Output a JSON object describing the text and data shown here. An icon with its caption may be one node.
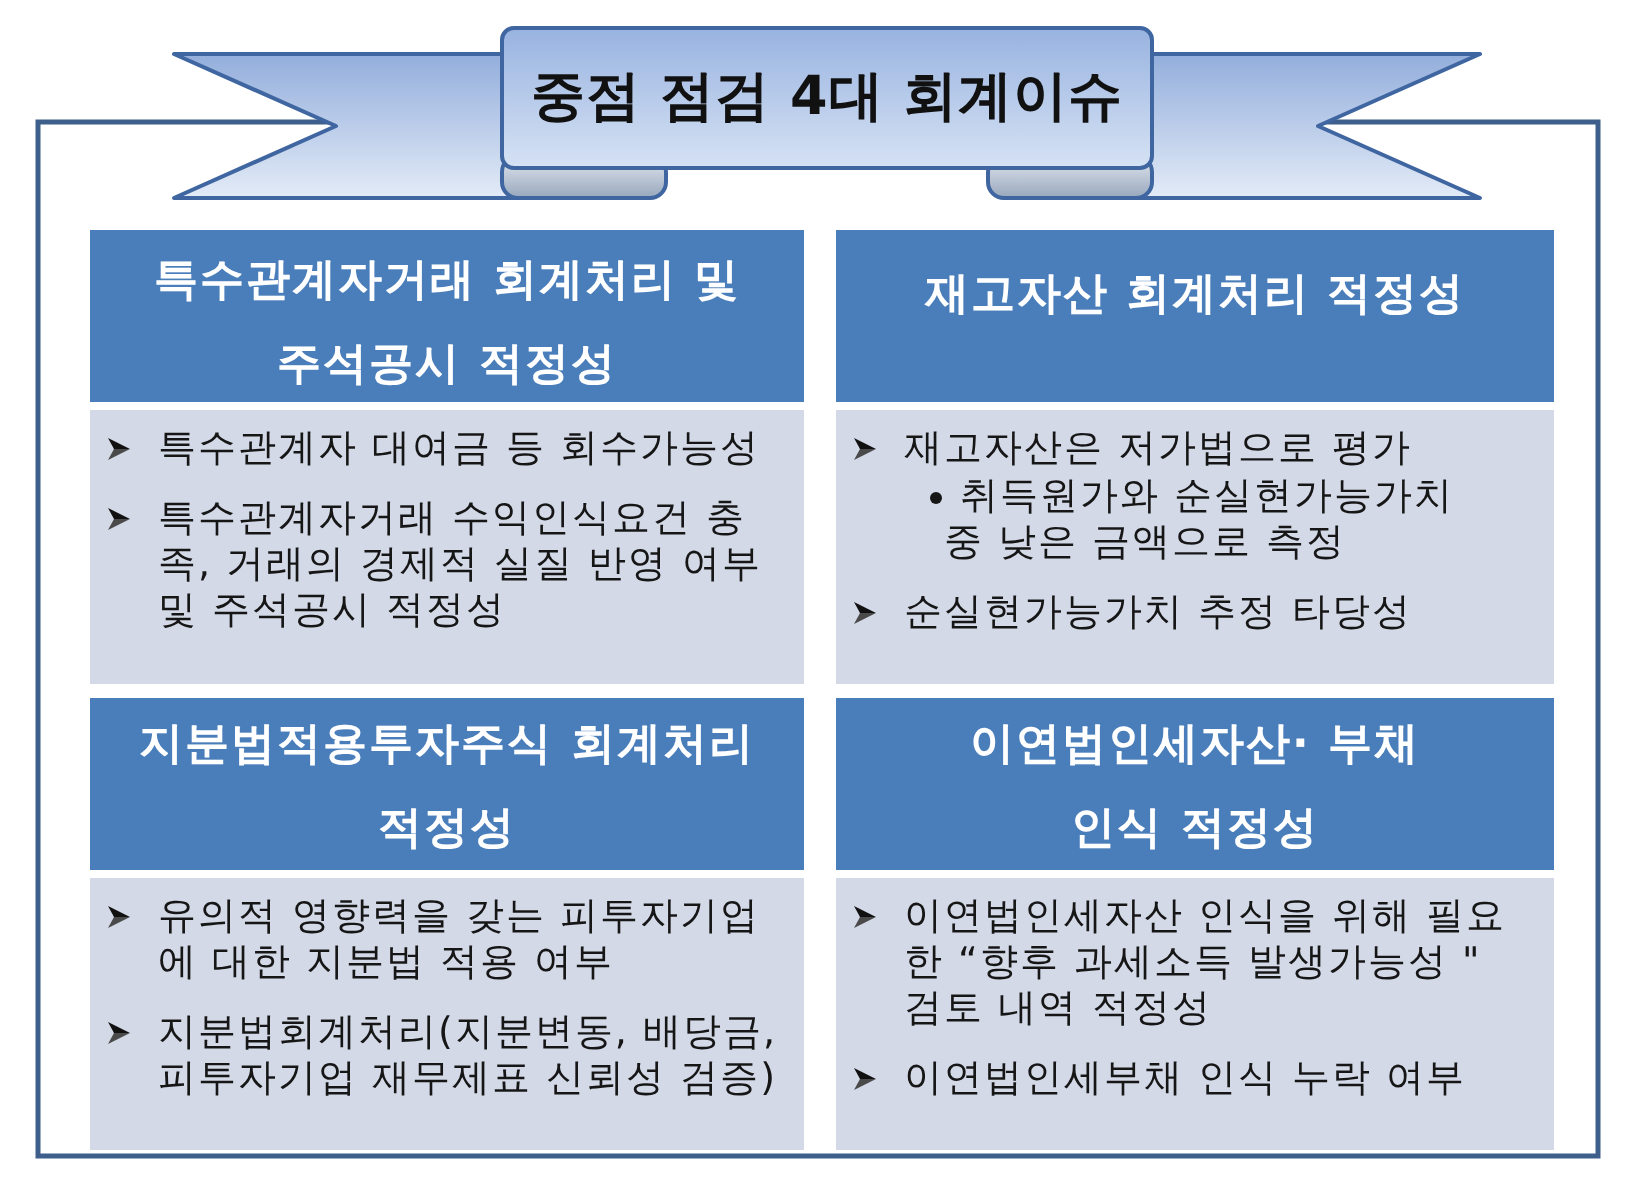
{
  "diagram": {
    "title": "중점 점검 4대 회계이슈",
    "nodes": [
      {
        "text": [
          "특수관계자거래 회계처리 및 주석공시 적정성",
          "특수관계자 대여금 등 회수가능성",
          "특수관계자거래 수익인식요건 충족, 거래의 경제적 실질 반영 여부 및 주석공시 적정성"
        ]
      },
      {
        "text": [
          "재고자산 회계처리 적정성",
          "재고자산은 저가법으로 평가",
          "취득원가와 순실현가능가치 중 낮은 금액으로 측정",
          "순실현가능가치 추정 타당성"
        ]
      },
      {
        "text": [
          "지분법적용투자주식 회계처리 적정성",
          "유의적 영향력을 갖는 피투자기업에 대한 지분법 적용 여부",
          "지분법회계처리(지분변동, 배당금, 피투자기업 재무제표 신뢰성 검증)"
        ]
      },
      {
        "text": [
          "이연법인세자산· 부채 인식 적정성",
          "이연법인세자산 인식을 위해 필요한 “향후 과세소득 발생가능성 \" 검토 내역 적정성",
          "이연법인세부채 인식 누락 여부"
        ]
      }
    ]
  }
}
